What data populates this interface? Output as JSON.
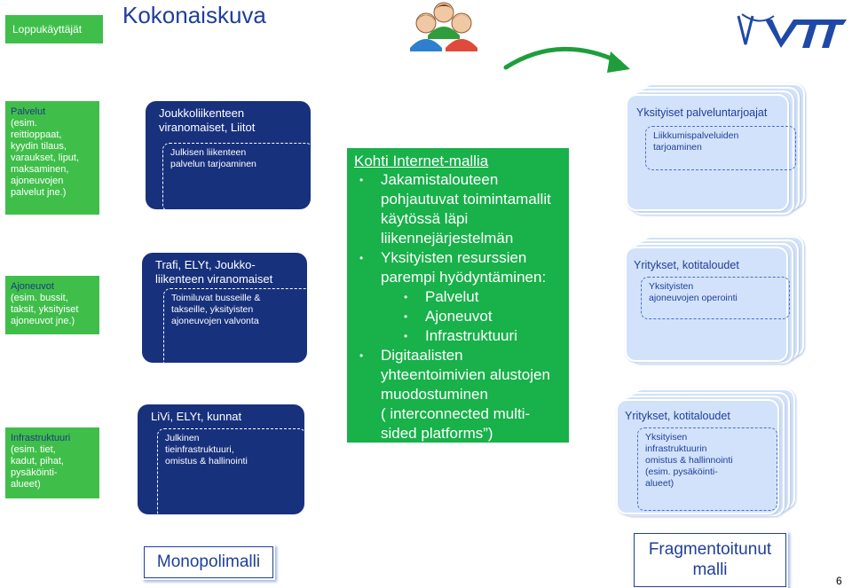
{
  "header": {
    "tag": "Loppukäyttäjät",
    "title": "Kokonaiskuva",
    "logo_text": "VTT"
  },
  "left_column": [
    {
      "heading": "Palvelut",
      "text": "(esim.\nreittioppaat,\nkyydin tilaus,\nvaraukset, liput,\nmaksaminen,\najoneuvojen\npalvelut jne.)"
    },
    {
      "heading": "Ajoneuvot",
      "text": "(esim. bussit,\ntaksit, yksityiset\najoneuvot jne.)"
    },
    {
      "heading": "Infrastruktuuri",
      "text": "(esim. tiet,\nkadut, pihat,\npysäköinti-\nalueet)"
    }
  ],
  "monopoly_column": [
    {
      "heading": "Joukkoliikenteen\nviranomaiset, Liitot",
      "detail": "Julkisen liikenteen\npalvelun tarjoaminen"
    },
    {
      "heading": "Trafi, ELYt, Joukko-\nliikenteen viranomaiset",
      "detail": "Toimiluvat busseille &\ntakseille, yksityisten\najoneuvojen valvonta"
    },
    {
      "heading": "LiVi, ELYt, kunnat",
      "detail": "Julkinen\ntieinfrastruktuuri,\nomistus & hallinointi"
    }
  ],
  "center": {
    "heading": "Kohti Internet-mallia",
    "bullets": [
      {
        "text": "Jakamistalouteen\npohjautuvat toimintamallit\nkäytössä läpi\nliikennejärjestelmän",
        "level": 1
      },
      {
        "text": "Yksityisten resurssien\nparempi hyödyntäminen:",
        "level": 1
      },
      {
        "text": "Palvelut",
        "level": 2
      },
      {
        "text": "Ajoneuvot",
        "level": 2
      },
      {
        "text": "Infrastruktuuri",
        "level": 2
      },
      {
        "text": "Digitaalisten\nyhteentoimivien alustojen\nmuodostuminen\n( interconnected multi-\nsided platforms”)",
        "level": 1
      }
    ]
  },
  "right_column": [
    {
      "heading": "Yksityiset palveluntarjoajat",
      "detail": "Liikkumispalveluiden\ntarjoaminen"
    },
    {
      "heading": "Yritykset, kotitaloudet",
      "detail": "Yksityisten\najoneuvojen operointi"
    },
    {
      "heading": "Yritykset, kotitaloudet",
      "detail": "Yksityisen\ninfrastruktuurin\nomistus & hallinnointi\n(esim. pysäköinti-\nalueet)"
    }
  ],
  "footer": {
    "left_label": "Monopolimalli",
    "right_label": "Fragmentoitunut\nmalli",
    "page_number": "6"
  },
  "colors": {
    "green": "#3fbf4a",
    "center_green": "#18b14a",
    "navy": "#18317d",
    "light_blue": "#d2e2fa",
    "title_blue": "#1f3f9a"
  },
  "icons": [
    "users-group-icon",
    "curved-arrow-icon",
    "vtt-logo"
  ]
}
